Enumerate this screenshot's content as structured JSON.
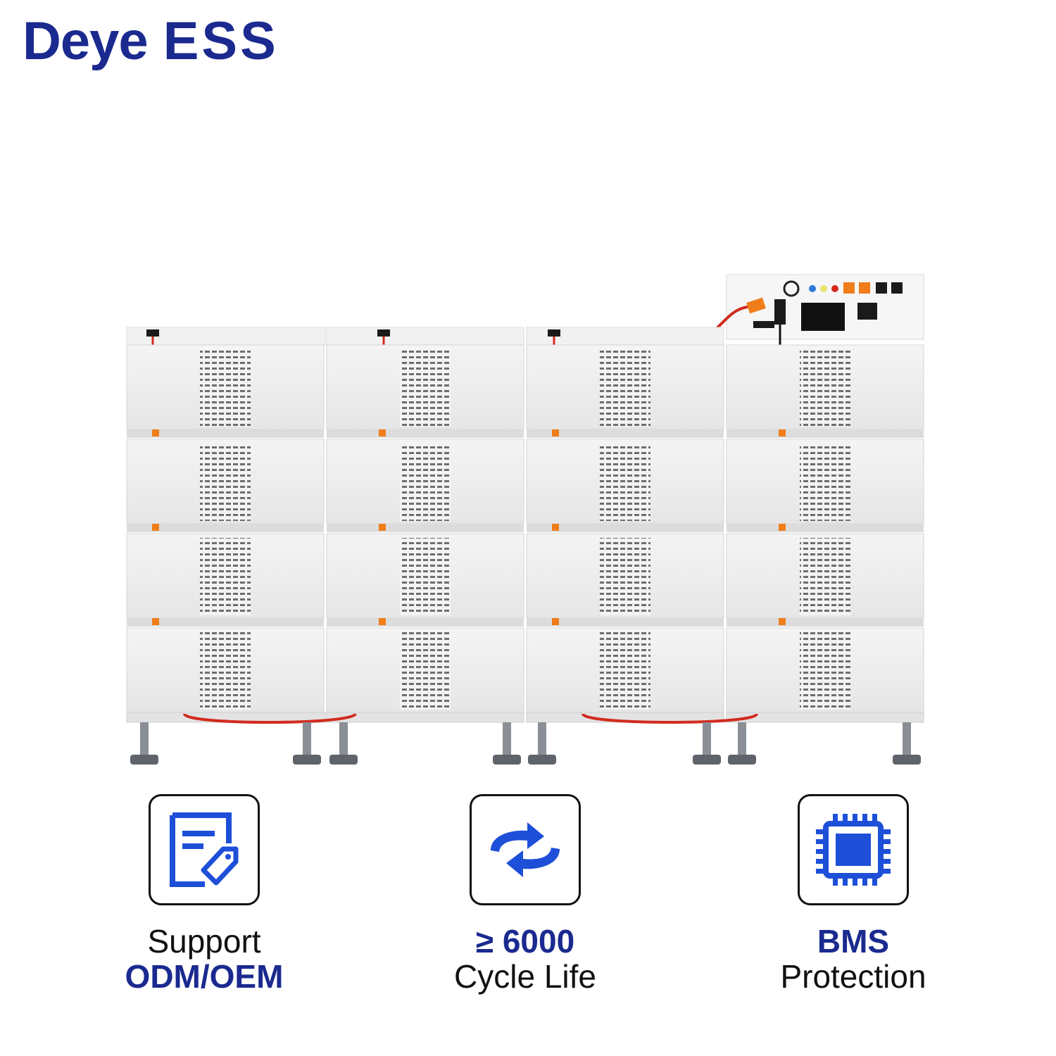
{
  "brand": {
    "name_part1": "Deye",
    "name_part2": "ESS",
    "color": "#1b2a8f"
  },
  "features": [
    {
      "icon": "document-tag-icon",
      "line1": "Support",
      "line2": "ODM/OEM"
    },
    {
      "icon": "cycle-arrows-icon",
      "line1": "≥ 6000",
      "line2": "Cycle Life"
    },
    {
      "icon": "chip-icon",
      "line1": "BMS",
      "line2": "Protection"
    }
  ],
  "colors": {
    "accent_blue": "#1e4fd8",
    "brand_navy": "#1b2a8f",
    "cable_red": "#d22a1e",
    "connector_orange": "#f07d1a"
  }
}
